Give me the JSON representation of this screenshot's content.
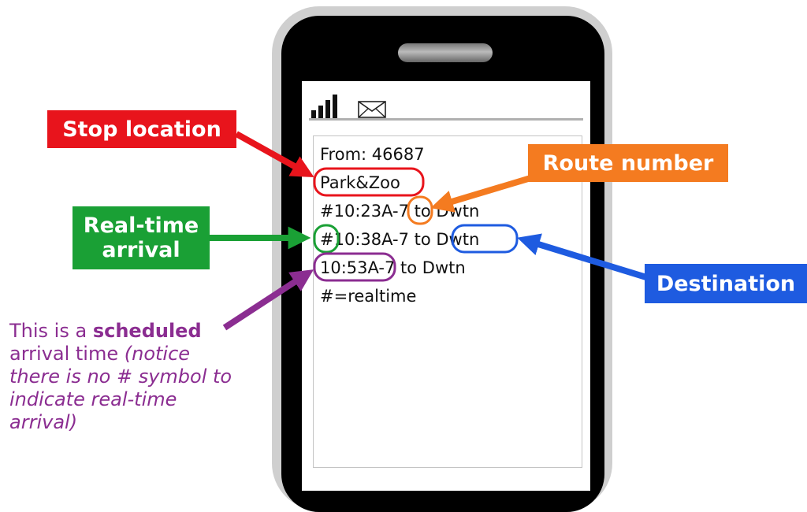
{
  "phone": {
    "lines": [
      "From: 46687",
      "Park&Zoo",
      "#10:23A-7 to Dwtn",
      "#10:38A-7 to Dwtn",
      "10:53A-7 to Dwtn",
      "#=realtime"
    ]
  },
  "callouts": {
    "stop_location": "Stop location",
    "route_number": "Route number",
    "realtime_arrival_1": "Real-time",
    "realtime_arrival_2": "arrival",
    "destination": "Destination"
  },
  "note": {
    "part1": "This is a ",
    "part2": "scheduled",
    "part3": " arrival time ",
    "part4": "(notice there is no # symbol to indicate real-time arrival)"
  },
  "colors": {
    "stop": "#e8141c",
    "route": "#f47b20",
    "realtime": "#1aa035",
    "destination": "#1e5be0",
    "scheduled": "#8b2d91"
  },
  "icons": [
    "signal-bars-icon",
    "envelope-icon"
  ]
}
